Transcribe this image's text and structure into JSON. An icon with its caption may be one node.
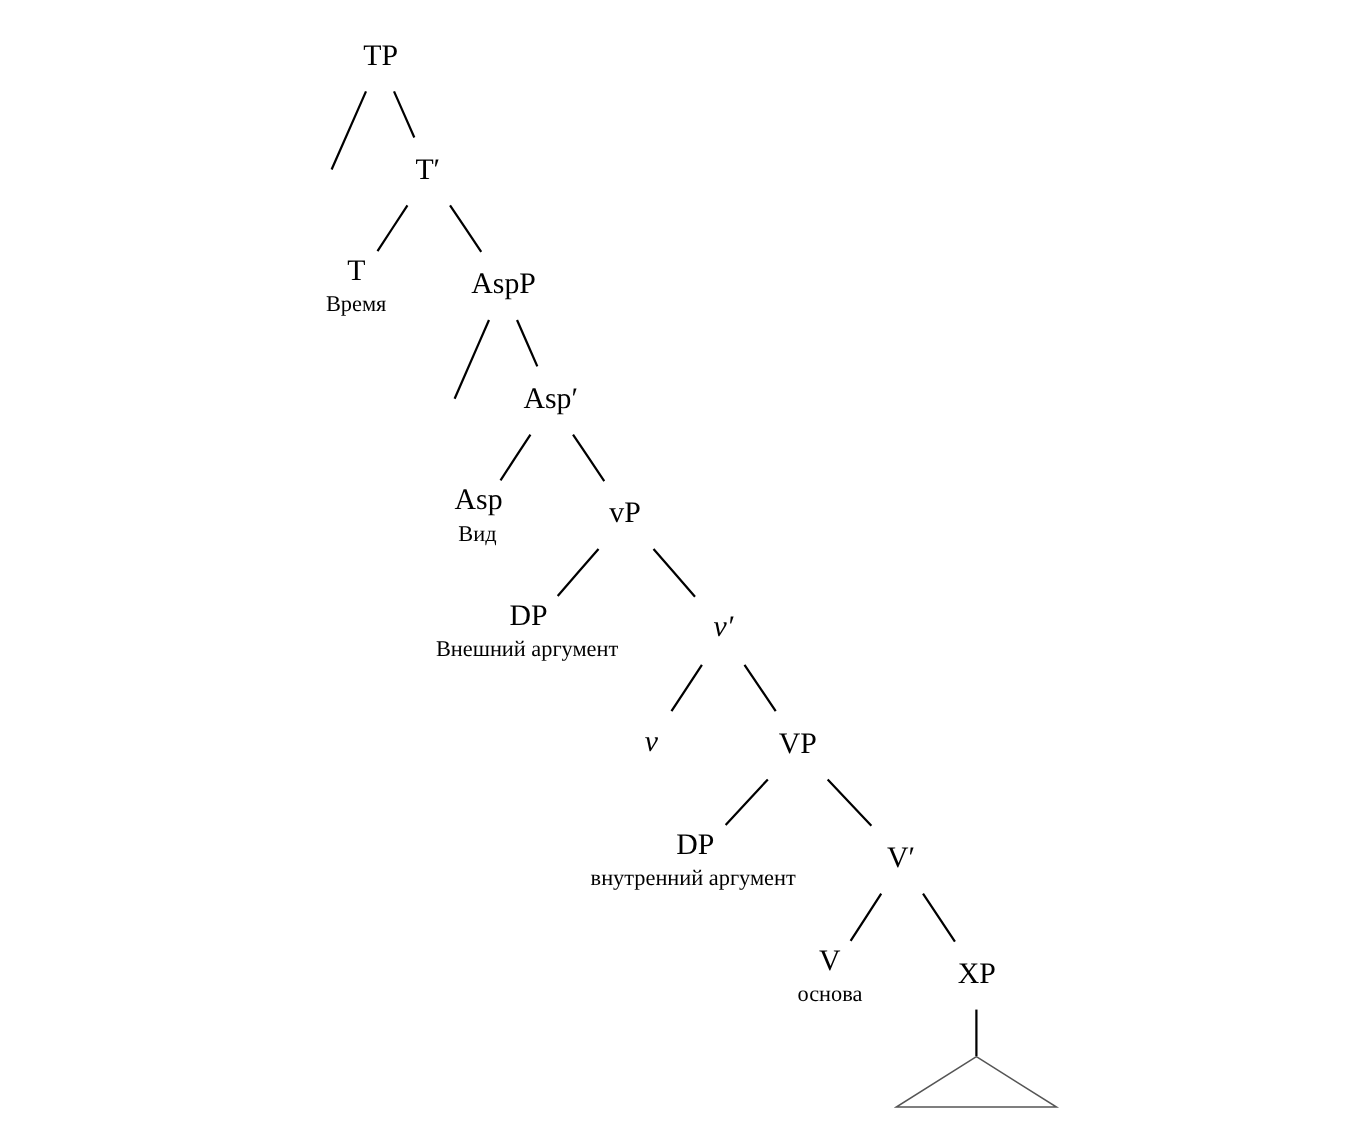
{
  "diagram": {
    "nodes": [
      {
        "text": [
          "TP"
        ]
      },
      {
        "text": [
          "T′"
        ]
      },
      {
        "text": [
          "T"
        ],
        "beside": [
          "Время"
        ]
      },
      {
        "text": [
          "AspP"
        ]
      },
      {
        "text": [
          "Asp′"
        ]
      },
      {
        "text": [
          "Asp"
        ],
        "beside": [
          "Вид"
        ]
      },
      {
        "text": [
          "vP"
        ]
      },
      {
        "text": [
          "DP"
        ],
        "beside": [
          "Внешний аргумент"
        ]
      },
      {
        "text": [
          "v′"
        ]
      },
      {
        "text": [
          "v"
        ]
      },
      {
        "text": [
          "VP"
        ]
      },
      {
        "text": [
          "DP"
        ],
        "beside": [
          "внутренний аргумент"
        ]
      },
      {
        "text": [
          "V′"
        ]
      },
      {
        "text": [
          "V"
        ],
        "beside": [
          "основа"
        ]
      },
      {
        "text": [
          "XP"
        ]
      },
      {
        "text": [],
        "shape": "triangle"
      }
    ],
    "edges": [
      {
        "from": 0,
        "to": null,
        "arrow": "none"
      },
      {
        "from": 0,
        "to": 1,
        "arrow": "none"
      },
      {
        "from": 1,
        "to": 2,
        "arrow": "none"
      },
      {
        "from": 1,
        "to": 3,
        "arrow": "none"
      },
      {
        "from": 3,
        "to": null,
        "arrow": "none"
      },
      {
        "from": 3,
        "to": 4,
        "arrow": "none"
      },
      {
        "from": 4,
        "to": 5,
        "arrow": "none"
      },
      {
        "from": 4,
        "to": 6,
        "arrow": "none"
      },
      {
        "from": 6,
        "to": 7,
        "arrow": "none"
      },
      {
        "from": 6,
        "to": 8,
        "arrow": "none"
      },
      {
        "from": 8,
        "to": 9,
        "arrow": "none"
      },
      {
        "from": 8,
        "to": 10,
        "arrow": "none"
      },
      {
        "from": 10,
        "to": 11,
        "arrow": "none"
      },
      {
        "from": 10,
        "to": 12,
        "arrow": "none"
      },
      {
        "from": 12,
        "to": 13,
        "arrow": "none"
      },
      {
        "from": 12,
        "to": 14,
        "arrow": "none"
      },
      {
        "from": 14,
        "to": 15,
        "arrow": "none"
      }
    ]
  }
}
